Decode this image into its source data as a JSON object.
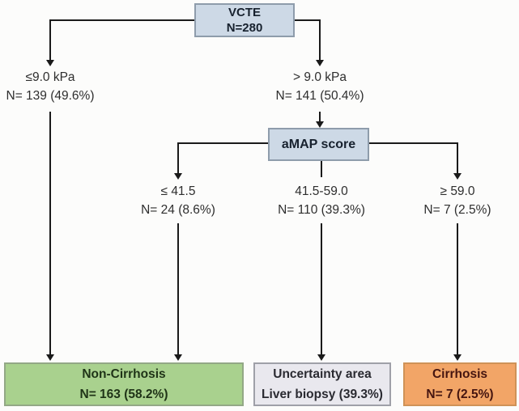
{
  "root_node": {
    "title": "VCTE",
    "count": "N=280"
  },
  "branch_left": {
    "threshold": "≤9.0 kPa",
    "count": "N= 139 (49.6%)"
  },
  "branch_right": {
    "threshold": "> 9.0 kPa",
    "count": "N= 141 (50.4%)"
  },
  "amap_node": {
    "label": "aMAP score"
  },
  "sub_branch_low": {
    "threshold": "≤ 41.5",
    "count": "N= 24 (8.6%)"
  },
  "sub_branch_mid": {
    "threshold": "41.5-59.0",
    "count": "N= 110 (39.3%)"
  },
  "sub_branch_high": {
    "threshold": "≥ 59.0",
    "count": "N= 7 (2.5%)"
  },
  "outcome_non_cirrhosis": {
    "label": "Non-Cirrhosis",
    "count": "N= 163 (58.2%)",
    "fill": "#a9d18e",
    "text_color": "#1f3317"
  },
  "outcome_uncertainty": {
    "label": "Uncertainty area",
    "count": "Liver biopsy (39.3%)",
    "fill": "#e9e8ee",
    "text_color": "#2a2a31"
  },
  "outcome_cirrhosis": {
    "label": "Cirrhosis",
    "count": "N= 7 (2.5%)",
    "fill": "#f2a567",
    "text_color": "#451510"
  },
  "colors": {
    "decision_node_fill": "#cdd9e6",
    "decision_node_border": "#8e9cab",
    "connector_line": "#1a1a1a",
    "background": "#fcfcfb"
  }
}
